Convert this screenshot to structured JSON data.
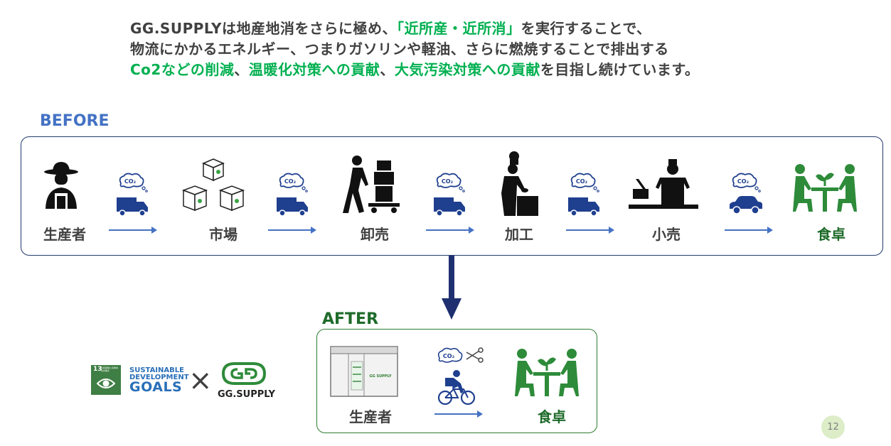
{
  "intro": {
    "l1_a": "GG.SUPPLYは地産地消をさらに極め、",
    "l1_b": "「近所産・近所消」",
    "l1_c": "を実行することで、",
    "l2": "物流にかかるエネルギー、つまりガソリンや軽油、さらに燃焼することで排出する",
    "l3_a": "Co2などの削減",
    "l3_b": "、",
    "l3_c": "温暖化対策への貢献",
    "l3_d": "、",
    "l3_e": "大気汚染対策への貢献",
    "l3_f": "を目指し続けています。"
  },
  "before": {
    "label": "BEFORE",
    "stages": [
      "生産者",
      "市場",
      "卸売",
      "加工",
      "小売",
      "食卓"
    ],
    "co2_label": "CO₂"
  },
  "after": {
    "label": "AFTER",
    "stages": [
      "生産者",
      "食卓"
    ],
    "co2_label": "CO₂",
    "fridge_brand": "GG SUPPLY"
  },
  "logos": {
    "sdg_number": "13",
    "sdg_title": "気候変動に具体的な対策を",
    "sdg_line1": "SUSTAINABLE",
    "sdg_line2": "DEVELOPMENT",
    "sdg_goals": "GOALS",
    "times": "×",
    "gg_name": "GG.SUPPLY"
  },
  "page_number": "12",
  "colors": {
    "green": "#00b050",
    "dark_green": "#1e6b2a",
    "blue": "#4472c4",
    "navy": "#243a6b",
    "truck_blue": "#1f3f8f"
  }
}
